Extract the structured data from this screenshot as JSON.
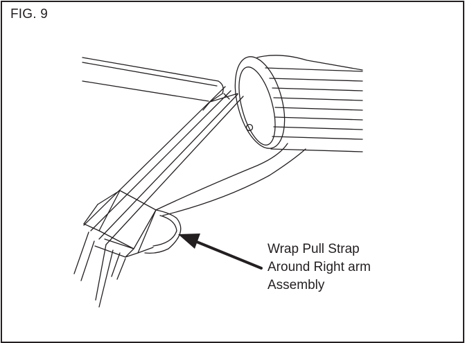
{
  "figure": {
    "label": "FIG. 9"
  },
  "callout": {
    "lines": [
      "Wrap Pull Strap",
      "Around Right arm",
      "Assembly"
    ]
  },
  "colors": {
    "line": "#231f20",
    "background": "#ffffff"
  },
  "icons": {
    "arrow": "arrow-pointer-icon"
  }
}
